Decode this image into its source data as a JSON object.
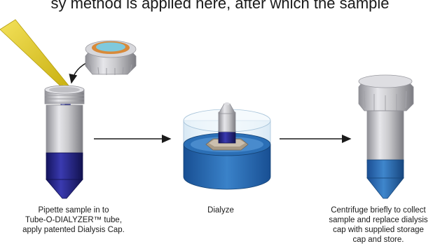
{
  "header_text": "sy method is applied here, after which the sample",
  "steps": [
    {
      "caption_lines": [
        "Pipette sample in to",
        "Tube-O-DIALYZER™ tube,",
        "apply patented Dialysis Cap."
      ]
    },
    {
      "caption_lines": [
        "Dialyze"
      ]
    },
    {
      "caption_lines": [
        "Centrifuge briefly to collect",
        "sample and replace dialysis",
        "cap with supplied storage",
        "cap and store."
      ]
    }
  ],
  "colors": {
    "tube_blue": "#1f1f87",
    "tube_grey": "#c9c9cc",
    "pipette_yellow": "#e8d21a",
    "bath_blue": "#1f5fa8",
    "cap_ring_orange": "#d88a3a",
    "cap_membrane": "#7fc9dd"
  },
  "icons": [
    "pipette-icon",
    "dialysis-cap-icon",
    "sample-tube-icon",
    "dialysis-bath-icon",
    "storage-tube-icon",
    "arrow-icon"
  ]
}
